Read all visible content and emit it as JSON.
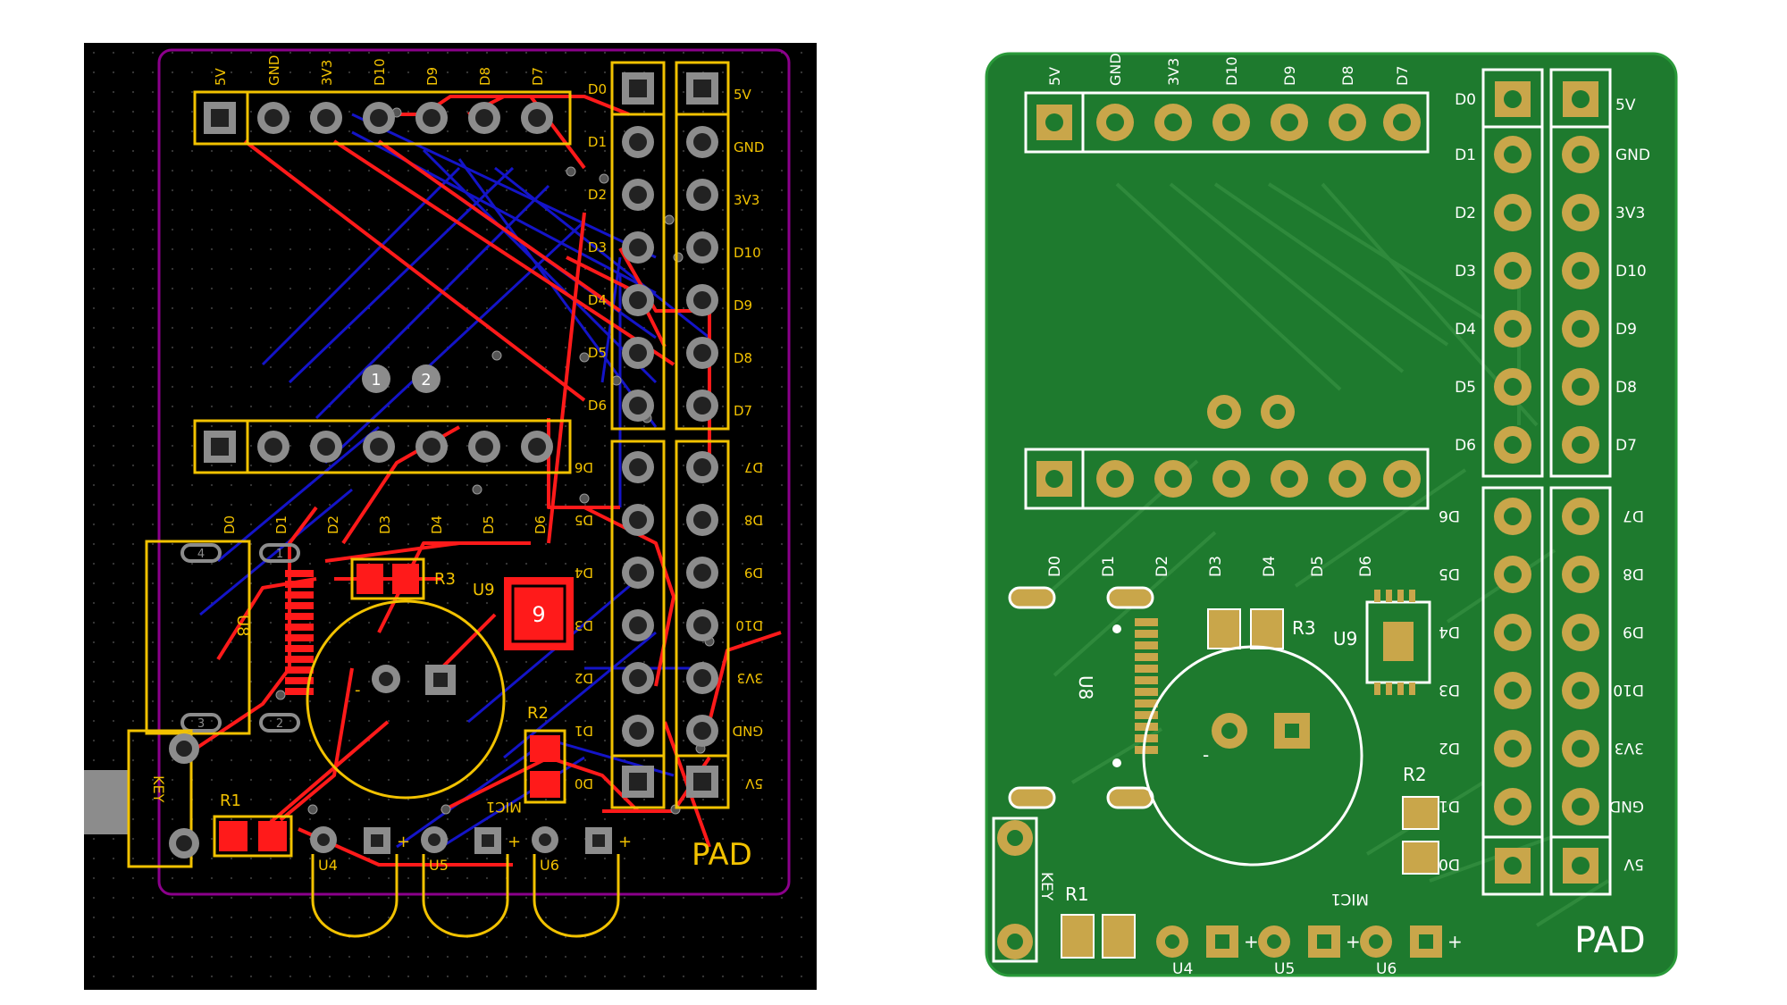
{
  "layout_board": {
    "pad_label": "PAD",
    "top_header_labels": [
      "5V",
      "GND",
      "3V3",
      "D10",
      "D9",
      "D8",
      "D7"
    ],
    "col_a_labels": [
      "D0",
      "D1",
      "D2",
      "D3",
      "D4",
      "D5",
      "D6"
    ],
    "col_b_labels": [
      "5V",
      "GND",
      "3V3",
      "D10",
      "D9",
      "D8",
      "D7"
    ],
    "lower_left_labels": [
      "D6",
      "D5",
      "D4",
      "D3",
      "D2",
      "D1",
      "D0"
    ],
    "lower_right_labels": [
      "D7",
      "D8",
      "D9",
      "D10",
      "3V3",
      "GND",
      "5V"
    ],
    "d_row_labels": [
      "D0",
      "D1",
      "D2",
      "D3",
      "D4",
      "D5",
      "D6"
    ],
    "test_point_labels": [
      "1",
      "2"
    ],
    "u9_marker": "9",
    "usb_corner_labels": [
      "4",
      "1",
      "3",
      "2"
    ],
    "refdes": {
      "r1": "R1",
      "r2": "R2",
      "r3": "R3",
      "u4": "U4",
      "u5": "U5",
      "u6": "U6",
      "u8": "U8",
      "u9": "U9",
      "mic": "MIC1",
      "key": "KEY"
    },
    "plus_sign": "+",
    "minus_sign": "-"
  },
  "render_board": {
    "pad_label": "PAD",
    "top_header_labels": [
      "5V",
      "GND",
      "3V3",
      "D10",
      "D9",
      "D8",
      "D7"
    ],
    "col_a_labels": [
      "D0",
      "D1",
      "D2",
      "D3",
      "D4",
      "D5",
      "D6"
    ],
    "col_b_labels": [
      "5V",
      "GND",
      "3V3",
      "D10",
      "D9",
      "D8",
      "D7"
    ],
    "lower_left_labels": [
      "D6",
      "D5",
      "D4",
      "D3",
      "D2",
      "D1",
      "D0"
    ],
    "lower_right_labels": [
      "D7",
      "D8",
      "D9",
      "D10",
      "3V3",
      "GND",
      "5V"
    ],
    "d_row_labels": [
      "D0",
      "D1",
      "D2",
      "D3",
      "D4",
      "D5",
      "D6"
    ],
    "refdes": {
      "r1": "R1",
      "r2": "R2",
      "r3": "R3",
      "u4": "U4",
      "u5": "U5",
      "u6": "U6",
      "u8": "U8",
      "u9": "U9",
      "mic": "MIC1",
      "key": "KEY"
    },
    "plus_sign": "+",
    "minus_sign": "-"
  },
  "colors": {
    "layout_bg": "#000000",
    "layout_outline": "#8b008b",
    "silk": "#f2c200",
    "top_copper": "#ff1a1a",
    "bottom_copper": "#1414c8",
    "pad_gray": "#8c8c8c",
    "render_bg": "#1e7a2e",
    "render_silk": "#ffffff",
    "render_pad": "#c9a64a",
    "render_trace": "#2f8a3c"
  }
}
